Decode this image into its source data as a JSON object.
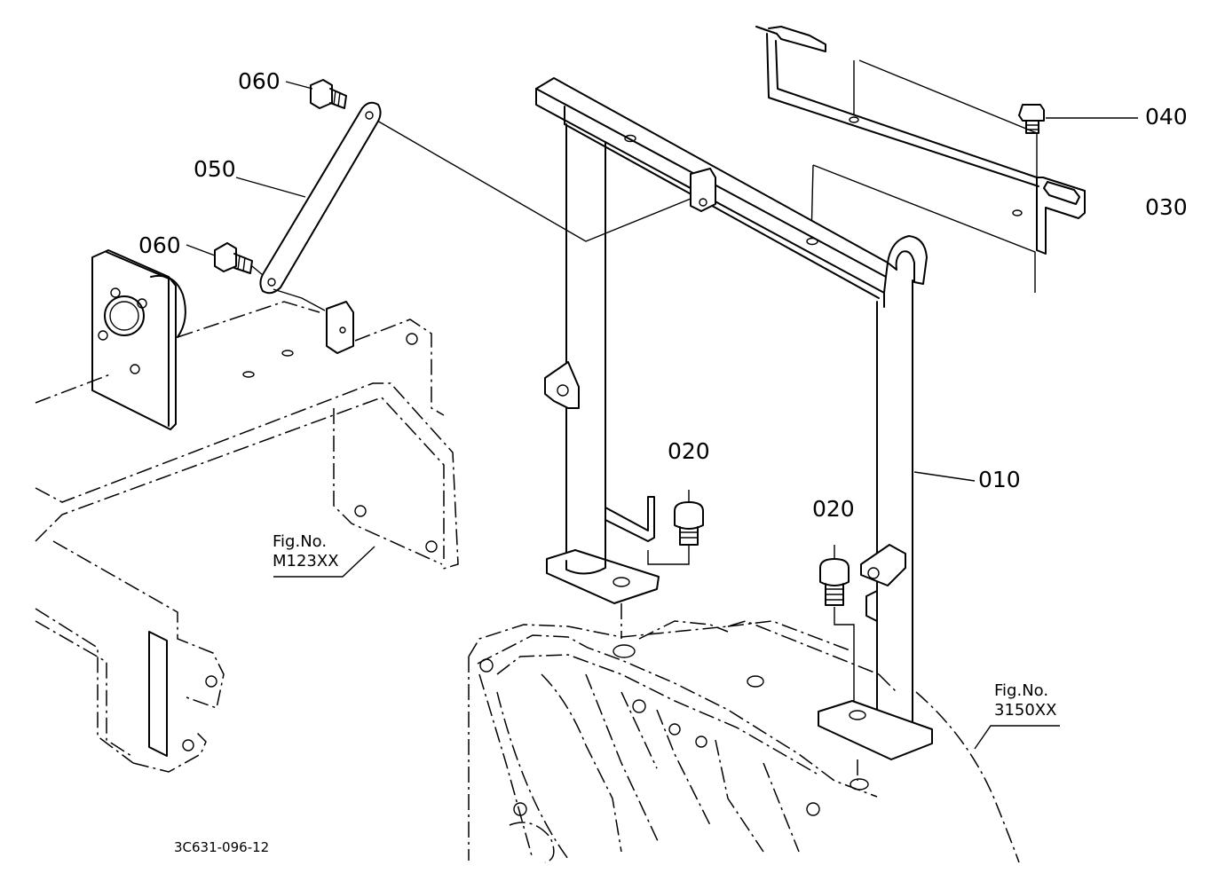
{
  "parts": {
    "p010": "010",
    "p020_left": "020",
    "p020_right": "020",
    "p030": "030",
    "p040": "040",
    "p050": "050",
    "p060_top": "060",
    "p060_mid": "060"
  },
  "refs": {
    "m123": {
      "line1": "Fig.No.",
      "line2": "M123XX"
    },
    "f3150": {
      "line1": "Fig.No.",
      "line2": "3150XX"
    }
  },
  "drawing_code": "3C631-096-12"
}
